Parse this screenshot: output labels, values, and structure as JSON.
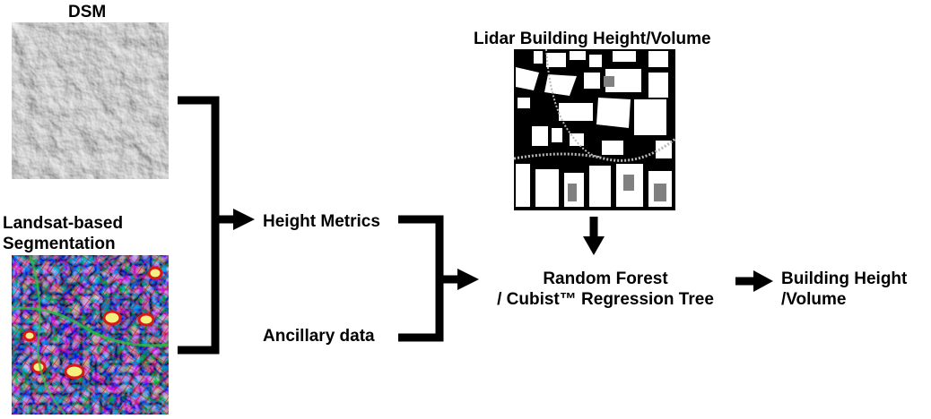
{
  "inputs": {
    "dsm_label": "DSM",
    "landsat_label_line1": "Landsat-based",
    "landsat_label_line2": "Segmentation"
  },
  "middle": {
    "height_metrics": "Height Metrics",
    "ancillary": "Ancillary data"
  },
  "lidar": {
    "title": "Lidar Building Height/Volume"
  },
  "model": {
    "line1": "Random Forest",
    "line2": "/ Cubist™ Regression Tree"
  },
  "output": {
    "line1": "Building Height",
    "line2": "/Volume"
  },
  "colors": {
    "arrow": "#000000",
    "segment_red": "#d81818",
    "segment_blue": "#3a4fa8",
    "segment_yellow": "#f4f080"
  }
}
